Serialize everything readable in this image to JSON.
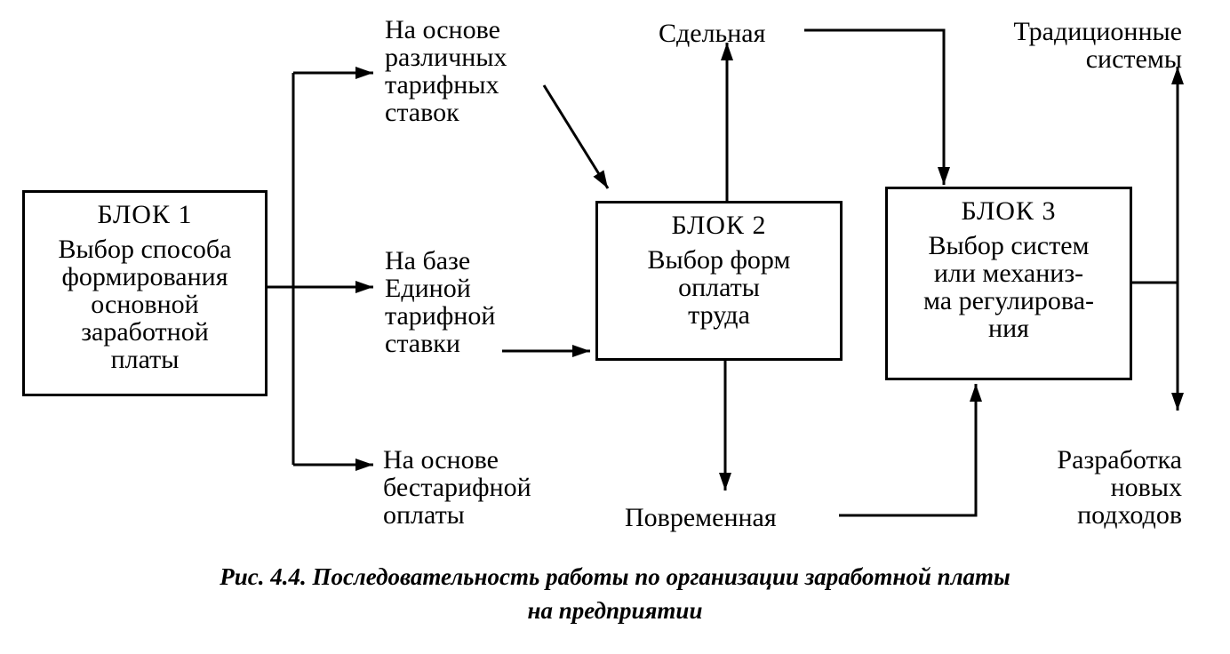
{
  "blocks": [
    {
      "title": "БЛОК 1",
      "text": "Выбор способа\nформирования\nосновной\nзаработной\nплаты"
    },
    {
      "title": "БЛОК 2",
      "text": "Выбор форм\nоплаты\nтруда"
    },
    {
      "title": "БЛОК 3",
      "text": "Выбор систем\nили механиз-\nма регулирова-\nния"
    }
  ],
  "labels": {
    "tariff_rates": "На основе\nразличных\nтарифных\nставок",
    "unified_rate": "На базе\nЕдиной\nтарифной\nставки",
    "non_tariff": "На основе\nбестарифной\nоплаты",
    "piece": "Сдельная",
    "time": "Повременная",
    "traditional": "Традиционные\nсистемы",
    "new_approaches": "Разработка\nновых\nподходов"
  },
  "caption": "Рис. 4.4. Последовательность работы по организации заработной платы\nна предприятии"
}
